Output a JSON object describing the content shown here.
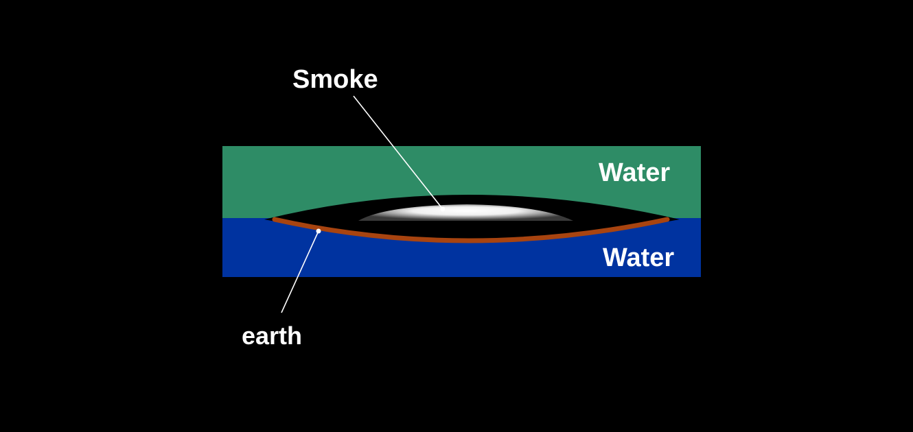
{
  "labels": {
    "smoke": "Smoke",
    "water_upper": "Water",
    "water_lower": "Water",
    "earth": "earth"
  },
  "colors": {
    "background": "#000000",
    "water_upper": "#2e8c66",
    "water_lower": "#0033a0",
    "cavity": "#000000",
    "earth_layer": "#a84410",
    "smoke_core": "#ffffff",
    "smoke_edge": "#4a4a4a",
    "leader_line": "#ffffff",
    "label_text": "#ffffff"
  }
}
